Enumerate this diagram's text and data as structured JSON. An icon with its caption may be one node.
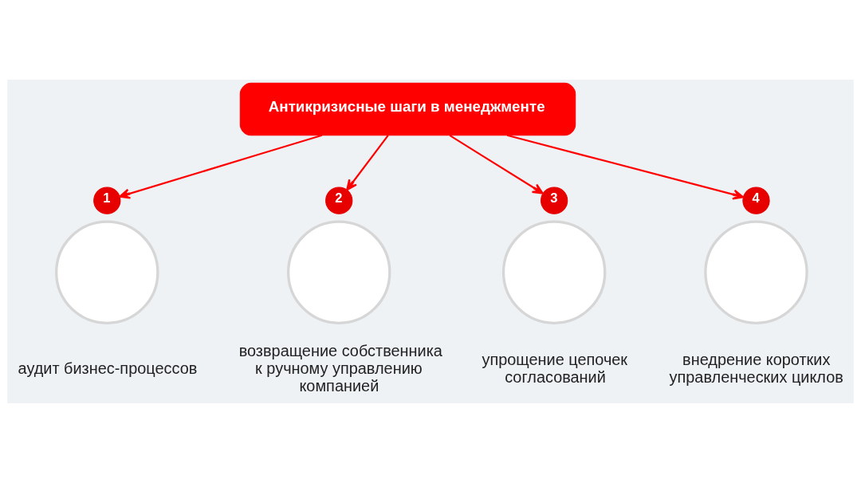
{
  "diagram": {
    "nodes": [
      {
        "text": [
          "Антикризисные шаги в менеджменте"
        ]
      },
      {
        "text": [
          "1"
        ]
      },
      {
        "text": [],
        "shape": "circle",
        "beside": [
          "аудит бизнес-процессов"
        ]
      },
      {
        "text": [
          "2"
        ]
      },
      {
        "text": [],
        "shape": "circle",
        "beside": [
          "возвращение собственника к ручному управлению компанией"
        ]
      },
      {
        "text": [
          "3"
        ]
      },
      {
        "text": [],
        "shape": "circle",
        "beside": [
          "упрощение цепочек согласований"
        ]
      },
      {
        "text": [
          "4"
        ]
      },
      {
        "text": [],
        "shape": "circle",
        "beside": [
          "внедрение коротких управленческих циклов"
        ]
      }
    ],
    "edges": [
      {
        "from": 0,
        "to": 1,
        "arrow": "to"
      },
      {
        "from": 0,
        "to": 3,
        "arrow": "to"
      },
      {
        "from": 0,
        "to": 5,
        "arrow": "to"
      },
      {
        "from": 0,
        "to": 7,
        "arrow": "to"
      }
    ]
  }
}
